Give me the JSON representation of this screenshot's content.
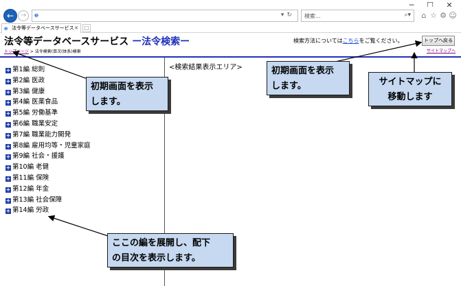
{
  "browser": {
    "address_value": "",
    "search_placeholder": "検索...",
    "tab_title": "法令等データベースサービス",
    "win_minimize": "─",
    "win_maximize": "☐",
    "win_close": "✕"
  },
  "header": {
    "title_main": "法令等データベースサービス",
    "title_accent": "ー法令検索ー",
    "breadcrumb_link": "トップページ",
    "breadcrumb_sep": " > ",
    "breadcrumb_current": "法令検索(目次(体系)検索",
    "help_prefix": "検索方法については",
    "help_link": "こちら",
    "help_suffix": "をご覧ください。",
    "top_button": "トップへ戻る",
    "sitemap_link": "サイトマップへ"
  },
  "results": {
    "area_label": "<検索結果表示エリア>"
  },
  "tree": {
    "items": [
      {
        "label": "第1編 総則"
      },
      {
        "label": "第2編 医政"
      },
      {
        "label": "第3編 健康"
      },
      {
        "label": "第4編 医薬食品"
      },
      {
        "label": "第5編 労働基準"
      },
      {
        "label": "第6編 職業安定"
      },
      {
        "label": "第7編 職業能力開発"
      },
      {
        "label": "第8編 雇用均等・児童家庭"
      },
      {
        "label": "第9編 社会・援護"
      },
      {
        "label": "第10編 老健"
      },
      {
        "label": "第11編 保険"
      },
      {
        "label": "第12編 年金"
      },
      {
        "label": "第13編 社会保障"
      },
      {
        "label": "第14編 労政"
      }
    ]
  },
  "callouts": {
    "c1_line1": "初期画面を表示",
    "c1_line2": "します。",
    "c2_line1": "初期画面を表示",
    "c2_line2": "します。",
    "c3_line1": "サイトマップに",
    "c3_line2": "移動します",
    "c4_line1": "ここの編を展開し、配下",
    "c4_line2": "の目次を表示します。"
  },
  "colors": {
    "accent": "#1f2fb8",
    "callout_bg": "#c6d9f1",
    "visited_link": "#800080"
  }
}
